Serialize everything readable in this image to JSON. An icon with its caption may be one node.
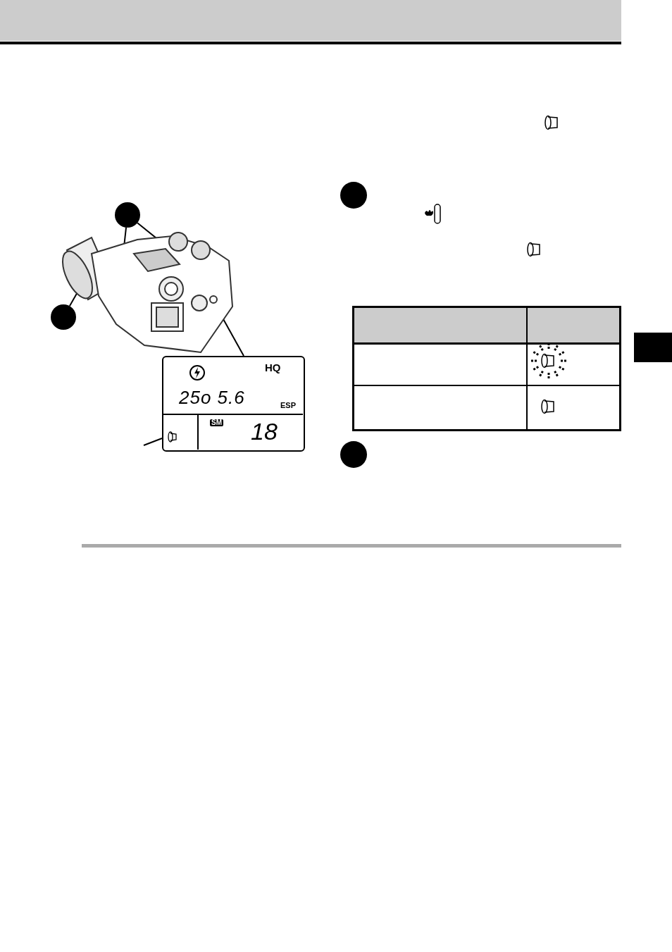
{
  "diagram": {
    "nodes": [
      {
        "text": [],
        "shape": "circle"
      },
      {
        "text": [],
        "shape": "circle"
      },
      {
        "text": [],
        "shape": "picture"
      },
      {
        "text": [
          "HQ",
          "25o 5.6",
          "ESP",
          "SM",
          "18"
        ]
      },
      {
        "text": [],
        "shape": "circle"
      },
      {
        "text": [],
        "shape": "circle"
      }
    ],
    "edges": [
      {
        "from": 0,
        "to": 2,
        "arrow": "none"
      },
      {
        "from": 0,
        "to": 2,
        "arrow": "none"
      },
      {
        "from": 1,
        "to": 2,
        "arrow": "none"
      },
      {
        "from": 2,
        "to": 3,
        "arrow": "none"
      },
      {
        "from": null,
        "to": 3,
        "arrow": "none"
      }
    ]
  }
}
